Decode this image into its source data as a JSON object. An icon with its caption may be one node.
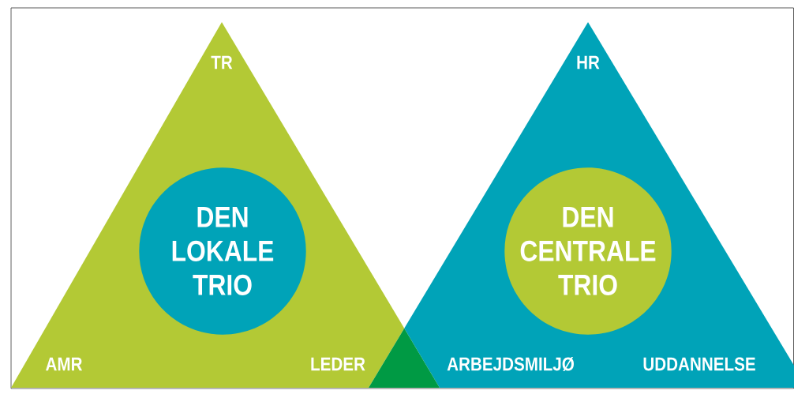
{
  "diagram": {
    "nodes": [
      {
        "text": [
          "TR",
          "AMR",
          "LEDER"
        ]
      },
      {
        "text": [
          "DEN LOKALE TRIO"
        ],
        "in": 0
      },
      {
        "text": [
          "HR",
          "ARBEJDSMILJØ",
          "UDDANNELSE"
        ]
      },
      {
        "text": [
          "DEN CENTRALE TRIO"
        ],
        "in": 2
      },
      {
        "text": [],
        "shape": "triangle"
      }
    ]
  }
}
